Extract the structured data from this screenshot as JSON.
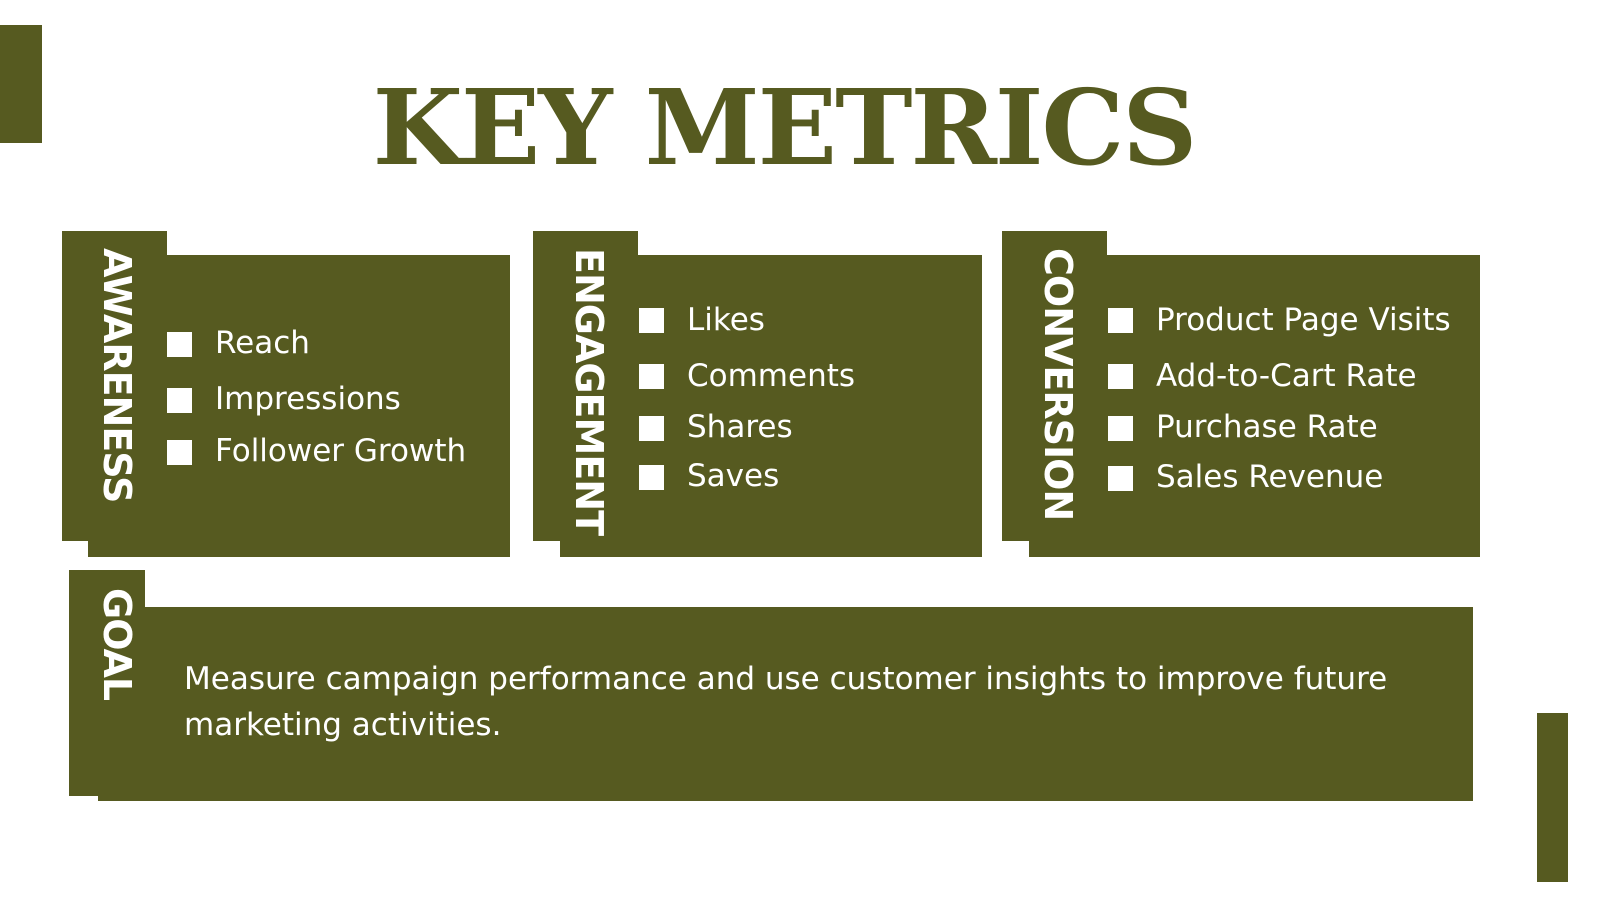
{
  "title": "KEY METRICS",
  "colors": {
    "olive": "#565a20",
    "background": "#ffffff",
    "text_on_olive": "#ffffff"
  },
  "cards": [
    {
      "label": "AWARENESS",
      "items": [
        "Reach",
        "Impressions",
        "Follower Growth"
      ]
    },
    {
      "label": "ENGAGEMENT",
      "items": [
        "Likes",
        "Comments",
        "Shares",
        "Saves"
      ]
    },
    {
      "label": "CONVERSION",
      "items": [
        "Product Page Visits",
        "Add-to-Cart Rate",
        "Purchase Rate",
        "Sales Revenue"
      ]
    }
  ],
  "goal": {
    "label": "GOAL",
    "text": "Measure campaign performance and use customer insights to improve future marketing activities."
  }
}
